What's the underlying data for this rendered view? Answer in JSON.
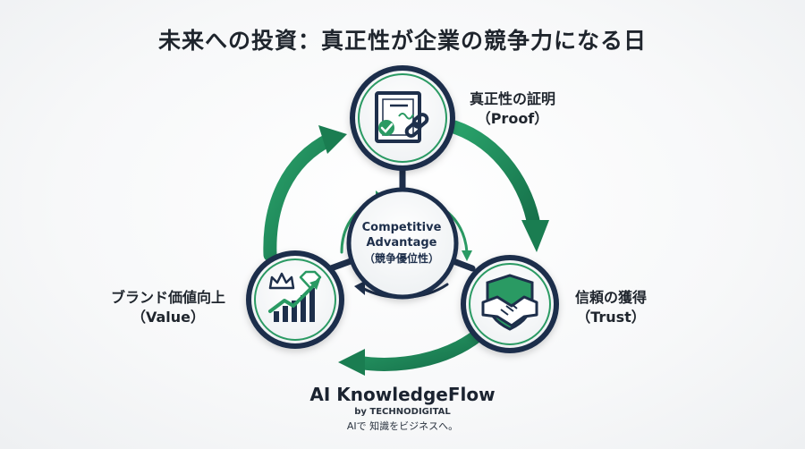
{
  "title": "未来への投資：真正性が企業の競争力になる日",
  "center": {
    "label_en": "Competitive Advantage",
    "label_ja": "（競争優位性）"
  },
  "nodes": [
    {
      "id": "proof",
      "label": "真正性の証明",
      "sublabel": "（Proof）",
      "icon": "certificate-chain-icon"
    },
    {
      "id": "trust",
      "label": "信頼の獲得",
      "sublabel": "（Trust）",
      "icon": "handshake-shield-icon"
    },
    {
      "id": "value",
      "label": "ブランド価値向上",
      "sublabel": "（Value）",
      "icon": "crown-diamond-growth-chart-icon"
    }
  ],
  "brand": {
    "name": "AI KnowledgeFlow",
    "by": "by TECHNODIGITAL",
    "tagline": "AIで 知識をビジネスへ。"
  },
  "colors": {
    "navy": "#1e2f4b",
    "green": "#1f8a5a",
    "green_light": "#3bb27a",
    "text": "#1f252d"
  }
}
